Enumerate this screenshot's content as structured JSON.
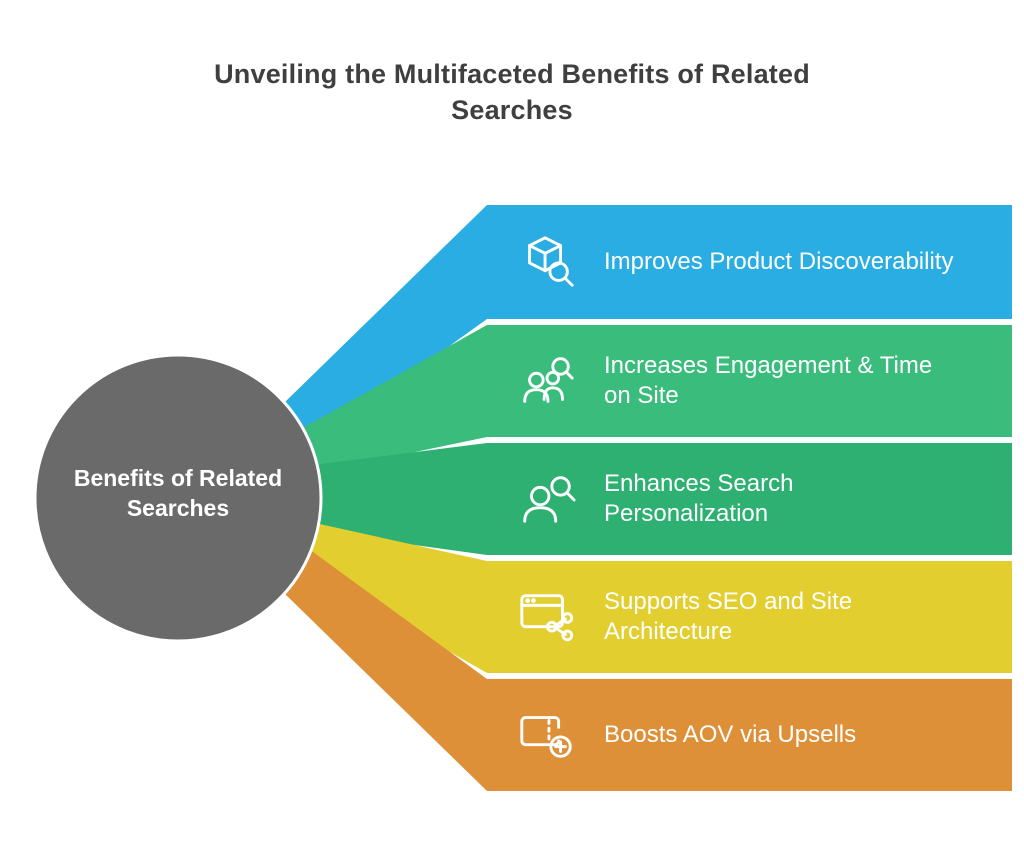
{
  "title": "Unveiling the Multifaceted Benefits of Related Searches",
  "center": {
    "label": "Benefits of Related Searches",
    "color": "#6a6a6a",
    "text_color": "#ffffff"
  },
  "bands": [
    {
      "label": "Improves Product Discoverability",
      "color": "#29ade2",
      "icon": "product-search-icon"
    },
    {
      "label": "Increases Engagement & Time on Site",
      "color": "#3abc7c",
      "icon": "engagement-group-search-icon"
    },
    {
      "label": "Enhances Search Personalization",
      "color": "#2db071",
      "icon": "person-search-icon"
    },
    {
      "label": "Supports SEO and Site Architecture",
      "color": "#e2cf2f",
      "icon": "window-nodes-icon"
    },
    {
      "label": "Boosts AOV via Upsells",
      "color": "#dd9038",
      "icon": "ticket-plus-icon"
    }
  ]
}
